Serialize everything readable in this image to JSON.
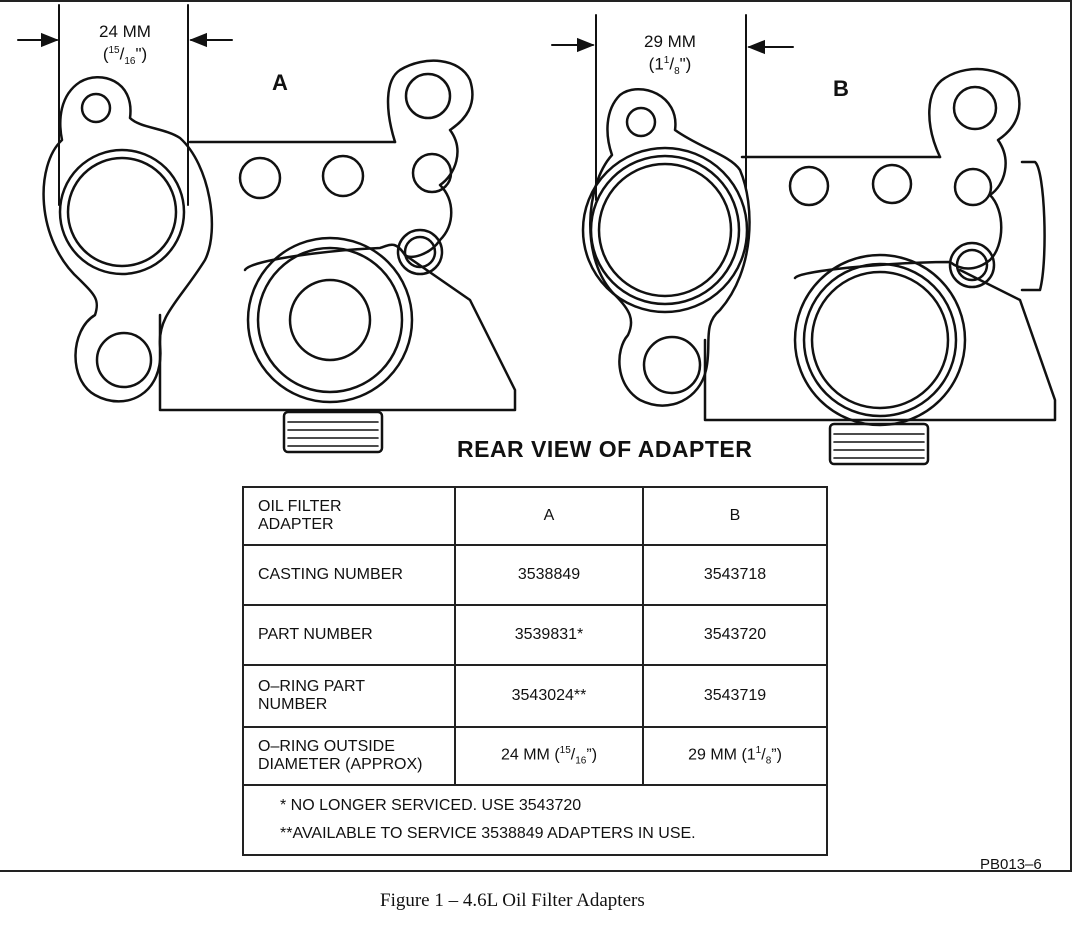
{
  "diagram": {
    "adapter_a": {
      "letter": "A",
      "dimension_main": "24 MM",
      "dimension_fraction_num": "15",
      "dimension_fraction_den": "16"
    },
    "adapter_b": {
      "letter": "B",
      "dimension_main": "29 MM",
      "dimension_whole": "1",
      "dimension_fraction_num": "1",
      "dimension_fraction_den": "8"
    },
    "view_title": "REAR VIEW OF ADAPTER"
  },
  "table": {
    "header": {
      "label_line1": "OIL FILTER",
      "label_line2": "ADAPTER",
      "col_a": "A",
      "col_b": "B"
    },
    "rows": [
      {
        "label": "CASTING NUMBER",
        "a": "3538849",
        "b": "3543718"
      },
      {
        "label": "PART NUMBER",
        "a": "3539831*",
        "b": "3543720"
      },
      {
        "label_line1": "O–RING PART",
        "label_line2": "NUMBER",
        "a": "3543024**",
        "b": "3543719"
      },
      {
        "label_line1": "O–RING OUTSIDE",
        "label_line2": "DIAMETER (APPROX)",
        "a_main": "24 MM (",
        "a_num": "15",
        "a_den": "16",
        "a_tail": "”)",
        "b_main": "29 MM (1",
        "b_num": "1",
        "b_den": "8",
        "b_tail": "”)"
      }
    ],
    "notes": [
      "* NO LONGER SERVICED. USE 3543720",
      "**AVAILABLE TO SERVICE 3538849 ADAPTERS IN USE."
    ]
  },
  "code": "PB013–6",
  "caption": "Figure 1 – 4.6L Oil Filter Adapters"
}
